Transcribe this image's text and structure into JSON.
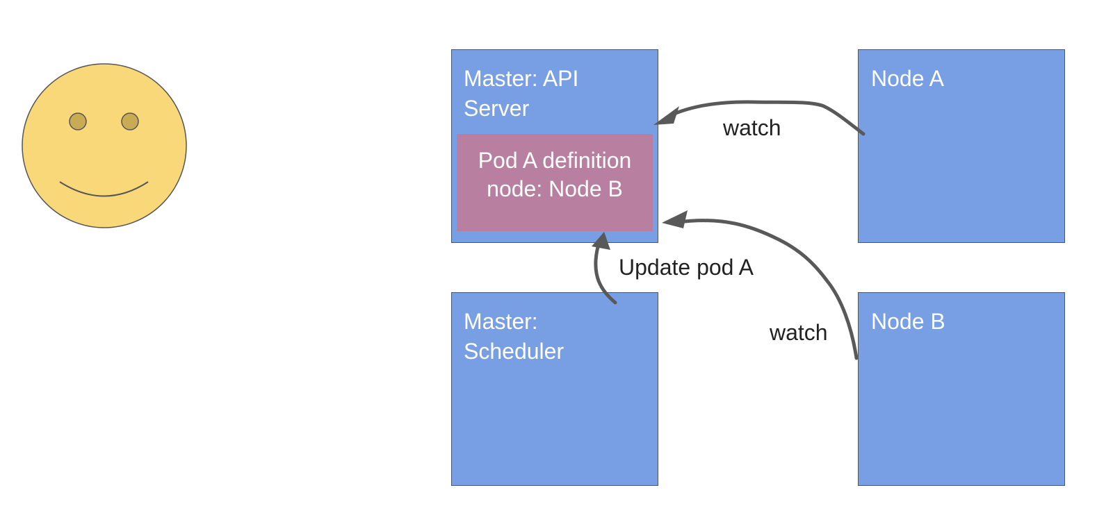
{
  "boxes": {
    "api_server": {
      "label": "Master: API\nServer"
    },
    "scheduler": {
      "label": "Master:\nScheduler"
    },
    "node_a": {
      "label": "Node A"
    },
    "node_b": {
      "label": "Node B"
    }
  },
  "pod": {
    "line1": "Pod A definition",
    "line2": "node: Node B"
  },
  "arrows": {
    "watch_a": "watch",
    "watch_b": "watch",
    "update": "Update pod A"
  },
  "colors": {
    "box_fill": "#789fe3",
    "pod_fill": "#b87fa0",
    "face_fill": "#f9d87a",
    "arrow": "#595959"
  },
  "icons": {
    "user": "smiley-face-icon"
  }
}
